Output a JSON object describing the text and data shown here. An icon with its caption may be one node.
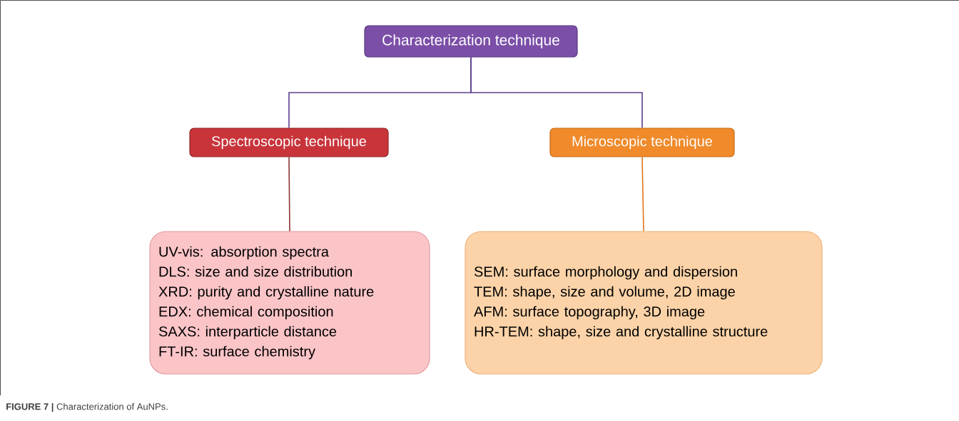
{
  "diagram": {
    "caption": "**FIGURE 7 |** Characterization of AuNPs.",
    "nodes": [
      {
        "text": [
          "Characterization technique"
        ]
      },
      {
        "text": [
          "Spectroscopic technique"
        ]
      },
      {
        "text": [
          "Microscopic technique"
        ]
      },
      {
        "text": [
          "UV-vis: absorption spectra",
          "DLS: size and size distribution",
          "XRD: purity and crystalline nature",
          "EDX: chemical composition",
          "SAXS: interparticle distance",
          "FT-IR: surface chemistry"
        ]
      },
      {
        "text": [
          "SEM: surface morphology and dispersion",
          "TEM: shape, size and volume, 2D image",
          "AFM: surface topography, 3D image",
          "HR-TEM: shape, size and crystalline structure"
        ]
      }
    ],
    "edges": [
      {
        "from": 0,
        "to": 1,
        "arrow": "none",
        "color": "#5b3f8c"
      },
      {
        "from": 0,
        "to": 2,
        "arrow": "none",
        "color": "#5b3f8c"
      },
      {
        "from": 1,
        "to": 3,
        "arrow": "none",
        "color": "#8b3535"
      },
      {
        "from": 2,
        "to": 4,
        "arrow": "none",
        "color": "#e0761c"
      }
    ]
  }
}
